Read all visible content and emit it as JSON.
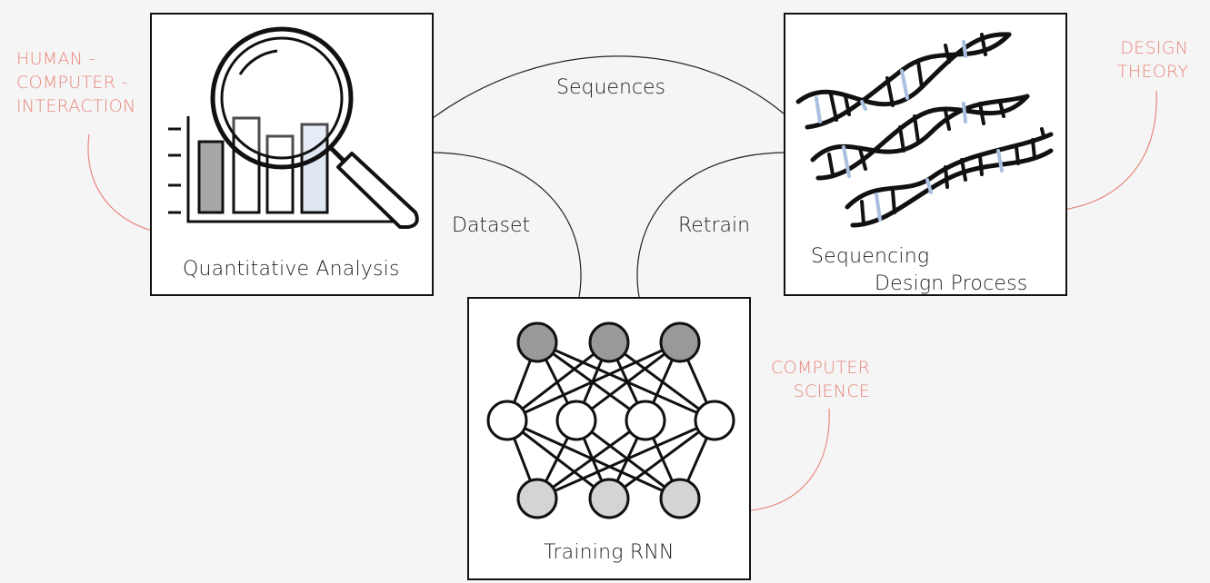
{
  "nodes": {
    "analysis": {
      "label": "Quantitative Analysis"
    },
    "sequencing": {
      "label_line1": "Sequencing",
      "label_line2": "Design Process"
    },
    "training": {
      "label": "Training RNN"
    }
  },
  "edges": {
    "sequences": "Sequences",
    "dataset": "Dataset",
    "retrain": "Retrain"
  },
  "disciplines": {
    "hci": [
      "HUMAN -",
      "COMPUTER -",
      "INTERACTION"
    ],
    "design_theory": [
      "DESIGN",
      "THEORY"
    ],
    "computer_science": [
      "COMPUTER",
      "SCIENCE"
    ]
  },
  "colors": {
    "accent": "#e8877c",
    "dark_node": "#999999",
    "light_node": "#d4d4d4",
    "bar_fill_dark": "#a6a6a6",
    "bar_fill_blue": "#dfe7f3",
    "dna_blue": "#a9bfe0"
  },
  "icons": [
    "magnifier-chart-icon",
    "dna-strands-icon",
    "neural-network-icon"
  ]
}
